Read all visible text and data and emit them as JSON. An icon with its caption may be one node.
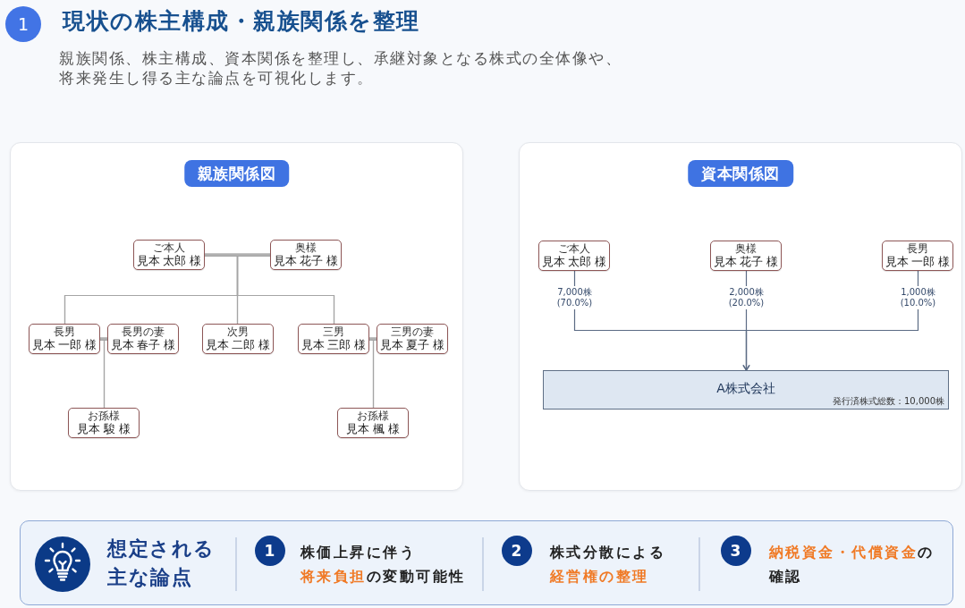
{
  "diagram": {
    "title": "現状の株主構成・親族関係を整理",
    "nodes": [
      {
        "text": [
          "1"
        ]
      },
      {
        "text": [
          "親族関係図"
        ]
      },
      {
        "text": [
          "ご本人",
          "見本 太郎 様"
        ],
        "in": 1
      },
      {
        "text": [
          "奥様",
          "見本 花子 様"
        ],
        "in": 1
      },
      {
        "text": [
          "長男",
          "見本 一郎 様"
        ],
        "in": 1
      },
      {
        "text": [
          "長男の妻",
          "見本 春子 様"
        ],
        "in": 1
      },
      {
        "text": [
          "次男",
          "見本 二郎 様"
        ],
        "in": 1
      },
      {
        "text": [
          "三男",
          "見本 三郎 様"
        ],
        "in": 1
      },
      {
        "text": [
          "三男の妻",
          "見本 夏子 様"
        ],
        "in": 1
      },
      {
        "text": [
          "お孫様",
          "見本 駿 様"
        ],
        "in": 1
      },
      {
        "text": [
          "お孫様",
          "見本 楓 様"
        ],
        "in": 1
      },
      {
        "text": [
          "資本関係図"
        ]
      },
      {
        "text": [
          "ご本人",
          "見本 太郎 様"
        ],
        "in": 11
      },
      {
        "text": [
          "奥様",
          "見本 花子 様"
        ],
        "in": 11
      },
      {
        "text": [
          "長男",
          "見本 一郎 様"
        ],
        "in": 11
      },
      {
        "text": [
          "A株式会社",
          "発行済株式総数：10,000株"
        ],
        "in": 11
      },
      {
        "text": [
          "想定される主な論点"
        ]
      },
      {
        "text": [
          "1"
        ],
        "in": 16,
        "beside": [
          "株価上昇に伴う**将来負担**の変動可能性"
        ]
      },
      {
        "text": [
          "2"
        ],
        "in": 16,
        "beside": [
          "株式分散による**経営権の整理**"
        ]
      },
      {
        "text": [
          "3"
        ],
        "in": 16,
        "beside": [
          "**納税資金・代償資金**の確認"
        ]
      }
    ],
    "edges": [
      {
        "from": 2,
        "to": 3,
        "arrow": "none",
        "style": "thick"
      },
      {
        "from": 2,
        "to": 4,
        "arrow": "none"
      },
      {
        "from": 3,
        "to": 4,
        "arrow": "none"
      },
      {
        "from": 2,
        "to": 6,
        "arrow": "none"
      },
      {
        "from": 3,
        "to": 6,
        "arrow": "none"
      },
      {
        "from": 2,
        "to": 7,
        "arrow": "none"
      },
      {
        "from": 3,
        "to": 7,
        "arrow": "none"
      },
      {
        "from": 4,
        "to": 5,
        "arrow": "none",
        "style": "thick"
      },
      {
        "from": 4,
        "to": 9,
        "arrow": "none"
      },
      {
        "from": 5,
        "to": 9,
        "arrow": "none"
      },
      {
        "from": 7,
        "to": 8,
        "arrow": "none",
        "style": "thick"
      },
      {
        "from": 7,
        "to": 10,
        "arrow": "none"
      },
      {
        "from": 8,
        "to": 10,
        "arrow": "none"
      },
      {
        "from": 12,
        "to": 15,
        "arrow": "to",
        "label": "7,000株 (70.0%)",
        "color": "#5b6b84"
      },
      {
        "from": 13,
        "to": 15,
        "arrow": "to",
        "label": "2,000株 (20.0%)",
        "color": "#5b6b84"
      },
      {
        "from": 14,
        "to": 15,
        "arrow": "to",
        "label": "1,000株 (10.0%)",
        "color": "#5b6b84"
      }
    ],
    "labels": [
      "親族関係、株主構成、資本関係を整理し、承継対象となる株式の全体像や、将来発生し得る主な論点を可視化します。"
    ]
  }
}
